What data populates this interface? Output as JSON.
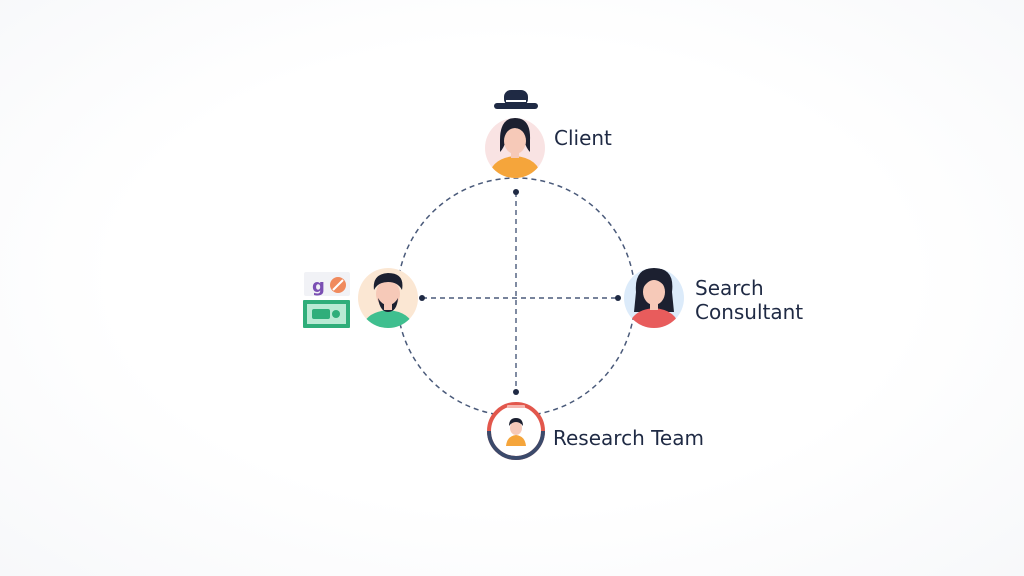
{
  "nodes": {
    "client": {
      "label": "Client",
      "accessory_icon": "hat-icon",
      "avatar_icon": "woman-avatar-icon",
      "color": "#f5a53b"
    },
    "search_consultant": {
      "label_line1": "Search",
      "label_line2": "Consultant",
      "avatar_icon": "woman-avatar-icon",
      "color": "#e85c5c"
    },
    "research_team": {
      "label": "Research Team",
      "avatar_icon": "person-avatar-icon",
      "ring_color": "#e2574c"
    },
    "candidate": {
      "avatar_icon": "man-avatar-icon",
      "side_icons": [
        "brand-logo-icon",
        "money-icon"
      ],
      "color": "#3fbf8f"
    }
  },
  "colors": {
    "connector": "#4a5a7a",
    "text": "#1f2a44"
  }
}
